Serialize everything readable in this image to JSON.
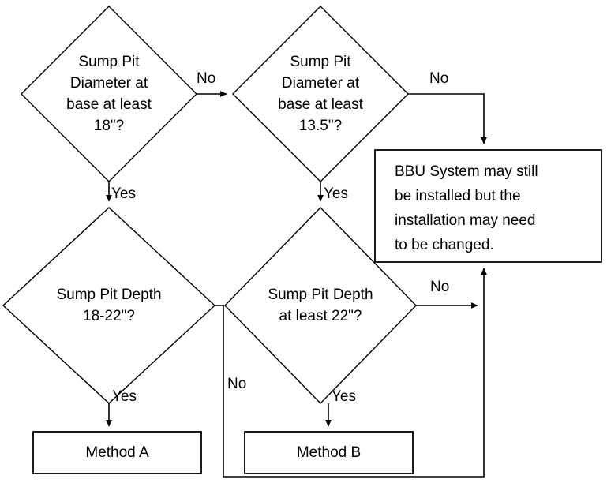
{
  "diagram": {
    "title": "Sump Pit Sizing Decision Flowchart",
    "background_color": "#ffffff",
    "line_color": "#000000",
    "text_color": "#000000"
  },
  "nodes": {
    "decision_diameter_18": {
      "type": "decision",
      "text": "Sump Pit\nDiameter at\nbase at least\n18\"?"
    },
    "decision_diameter_135": {
      "type": "decision",
      "text": "Sump Pit\nDiameter at\nbase at least\n13.5\"?"
    },
    "decision_depth_18_22": {
      "type": "decision",
      "text": "Sump Pit Depth\n18-22\"?"
    },
    "decision_depth_22": {
      "type": "decision",
      "text": "Sump Pit Depth\nat least 22\"?"
    },
    "note_bbu": {
      "type": "process",
      "text": "BBU System may still\nbe installed but the\ninstallation may need\nto be changed."
    },
    "result_method_a": {
      "type": "process",
      "text": "Method A"
    },
    "result_method_b": {
      "type": "process",
      "text": "Method B"
    }
  },
  "edges": [
    {
      "id": "e1",
      "from": "decision_diameter_18",
      "to": "decision_diameter_135",
      "label": "No"
    },
    {
      "id": "e2",
      "from": "decision_diameter_18",
      "to": "decision_depth_18_22",
      "label": "Yes"
    },
    {
      "id": "e3",
      "from": "decision_diameter_135",
      "to": "note_bbu",
      "label": "No"
    },
    {
      "id": "e4",
      "from": "decision_diameter_135",
      "to": "decision_depth_22",
      "label": "Yes"
    },
    {
      "id": "e5",
      "from": "decision_depth_18_22",
      "to": "note_bbu",
      "label": "No"
    },
    {
      "id": "e6",
      "from": "decision_depth_18_22",
      "to": "result_method_a",
      "label": "Yes"
    },
    {
      "id": "e7",
      "from": "decision_depth_22",
      "to": "note_bbu",
      "label": "No"
    },
    {
      "id": "e8",
      "from": "decision_depth_22",
      "to": "result_method_b",
      "label": "Yes"
    }
  ]
}
